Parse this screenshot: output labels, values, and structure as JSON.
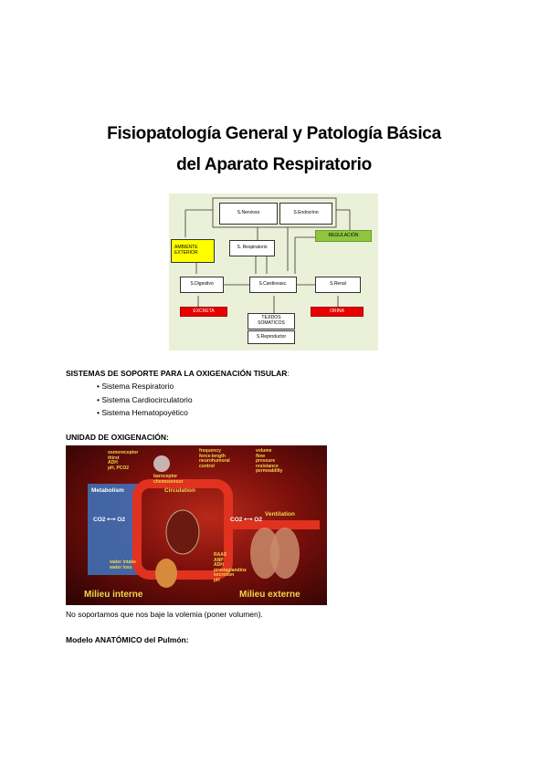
{
  "title": {
    "line1": "Fisiopatología General y Patología Básica",
    "line2": "del Aparato Respiratorio"
  },
  "diagram": {
    "nervioso": "S.Nervioso",
    "endocrino": "S.Endocrino",
    "ambiente": "AMBIENTE\nEXTERIOR",
    "respiratorio": "S. Respiratorio",
    "regulacion": "REGULACIÓN",
    "digestivo": "S.Digestivo",
    "cardiovasc": "S.Cardiovasc.",
    "renal": "S.Renal",
    "excreta1": "EXCRETA",
    "excreta2": "ORINA",
    "tejidos": "TEJIDOS\nSOMATICOS",
    "reproductor": "S.Reproductor",
    "colors": {
      "background": "#ebf0d9",
      "ambiente": "#ffff00",
      "regulacion": "#8ec63f",
      "excreta": "#e60000"
    }
  },
  "section1": {
    "heading": "SISTEMAS DE SOPORTE PARA LA OXIGENACIÓN TISULAR",
    "colon": ":",
    "items": [
      "Sistema Respiratorio",
      "Sistema Cardiocirculatorio",
      "Sistema Hematopoyético"
    ]
  },
  "section2": {
    "heading": "UNIDAD DE OXIGENACIÓN:"
  },
  "photo": {
    "top_left": "osmoreceptor\nthirst\nADH\npH, PCO2",
    "baroceptor": "baroceptor\nchemosensor",
    "top_mid": "frequency\nforce-length\nneurohumoral\ncontrol",
    "top_right": "volume\nflow\npressure\nresistance\npermeability",
    "metabolism": "Metabolism",
    "circulation": "Circulation",
    "ventilation": "Ventilation",
    "co2_o2_left": "CO2 ⟷ O2",
    "co2_o2_right": "CO2 ⟷ O2",
    "water": "water intake\nwater loss",
    "hormones": "RAAS\nANP\nADH\nprostaglandins\nexcretion\npH",
    "milieu_interne": "Milieu interne",
    "milieu_externe": "Milieu externe"
  },
  "notes": {
    "volemia": "No soportamos que nos baje la volemia (poner volumen).",
    "modelo": "Modelo ANATÓMICO del Pulmón:"
  }
}
